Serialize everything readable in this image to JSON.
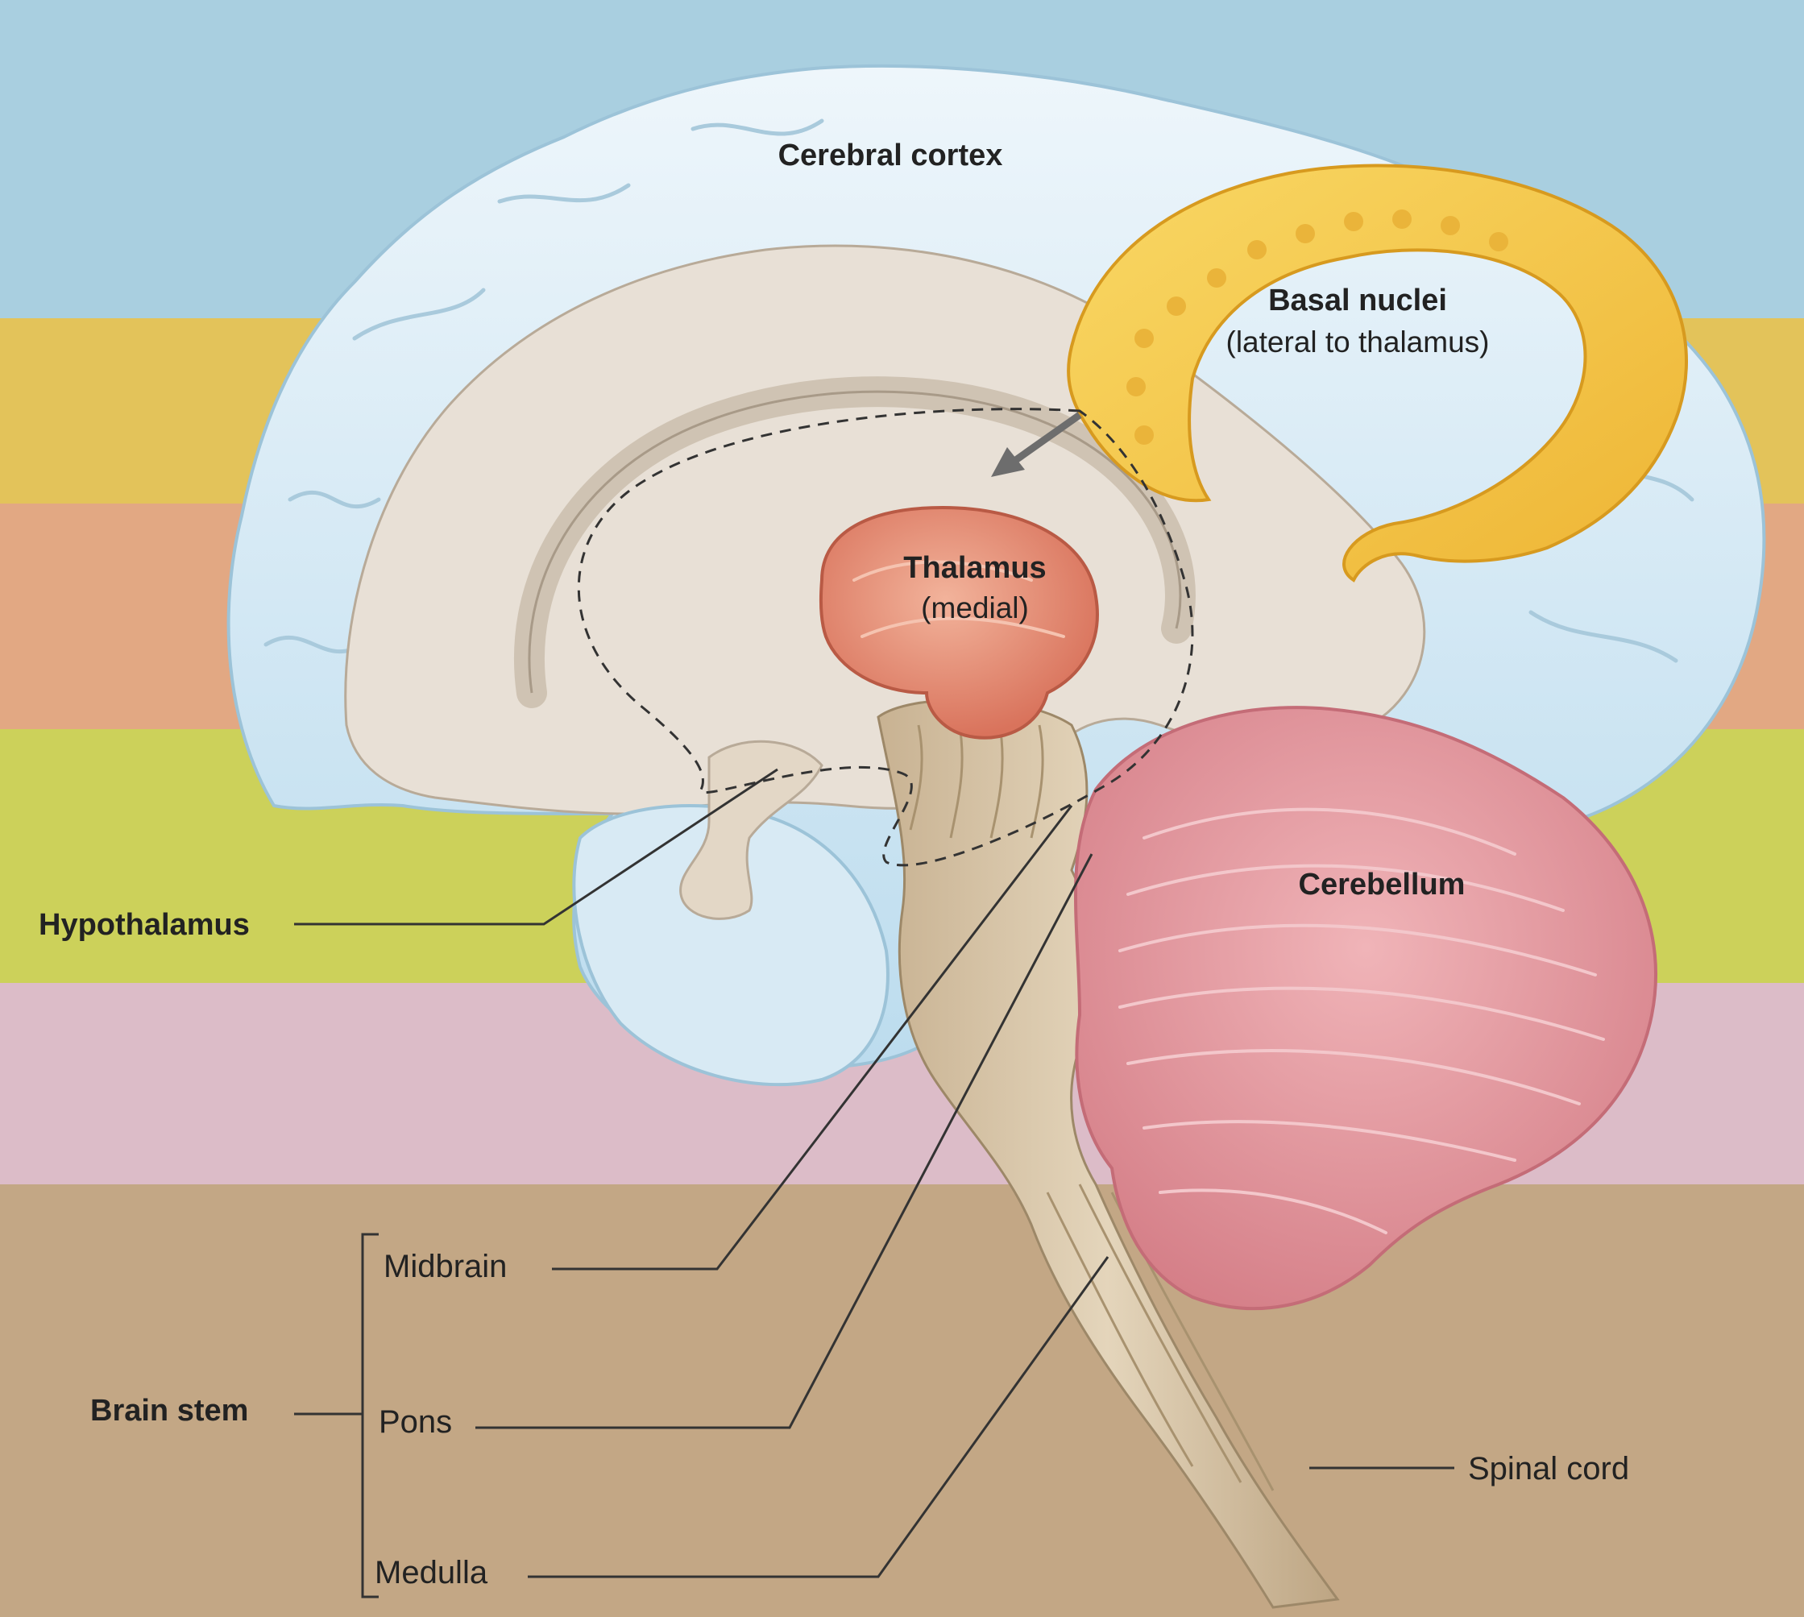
{
  "figure": {
    "background_bands": [
      {
        "name": "blue",
        "color": "#a9cfe0"
      },
      {
        "name": "gold",
        "color": "#e3c35a"
      },
      {
        "name": "salmon",
        "color": "#e2a883"
      },
      {
        "name": "lime",
        "color": "#ccd15a"
      },
      {
        "name": "pink",
        "color": "#dcbcc8"
      },
      {
        "name": "tan",
        "color": "#c3a785"
      }
    ],
    "structure_colors": {
      "cerebral_cortex": "#d8eaf4",
      "white_matter": "#e8e0d6",
      "basal_nuclei": "#f5c84a",
      "thalamus": "#e79277",
      "cerebellum": "#e49aa0",
      "brain_stem": "#d6c3a5"
    },
    "labels": {
      "cerebral_cortex": "Cerebral cortex",
      "basal_nuclei": "Basal nuclei",
      "basal_nuclei_note": "(lateral to thalamus)",
      "thalamus": "Thalamus",
      "thalamus_note": "(medial)",
      "hypothalamus": "Hypothalamus",
      "cerebellum": "Cerebellum",
      "brain_stem": "Brain stem",
      "midbrain": "Midbrain",
      "pons": "Pons",
      "medulla": "Medulla",
      "spinal_cord": "Spinal cord"
    }
  }
}
